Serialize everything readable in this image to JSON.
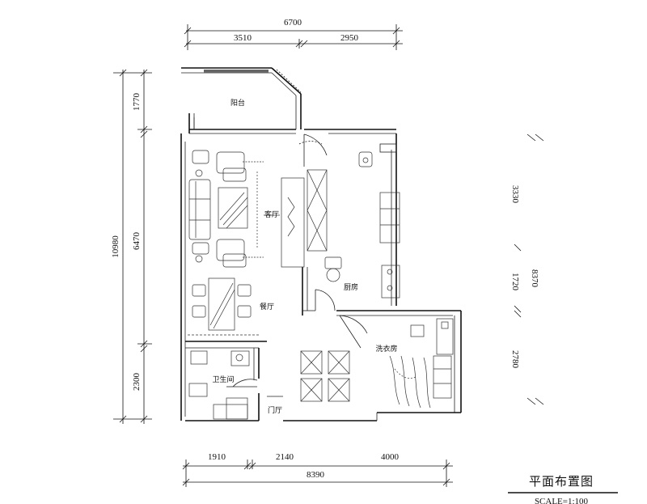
{
  "drawing": {
    "title": "平面布置图",
    "scale": "SCALE=1:100"
  },
  "dimensions": {
    "top_total": "6700",
    "top_left": "3510",
    "top_right": "2950",
    "left_total": "10980",
    "left_top": "1770",
    "left_mid": "6470",
    "left_bottom": "2300",
    "right_total": "8370",
    "right_top": "3330",
    "right_mid": "1720",
    "right_bottom": "2780",
    "bottom_left": "1910",
    "bottom_mid": "2140",
    "bottom_right": "4000",
    "bottom_total": "8390"
  },
  "rooms": {
    "balcony": "阳台",
    "living": "客厅",
    "dining": "餐厅",
    "kitchen": "厨房",
    "bathroom": "卫生间",
    "laundry": "洗衣房",
    "entry": "门厅"
  }
}
